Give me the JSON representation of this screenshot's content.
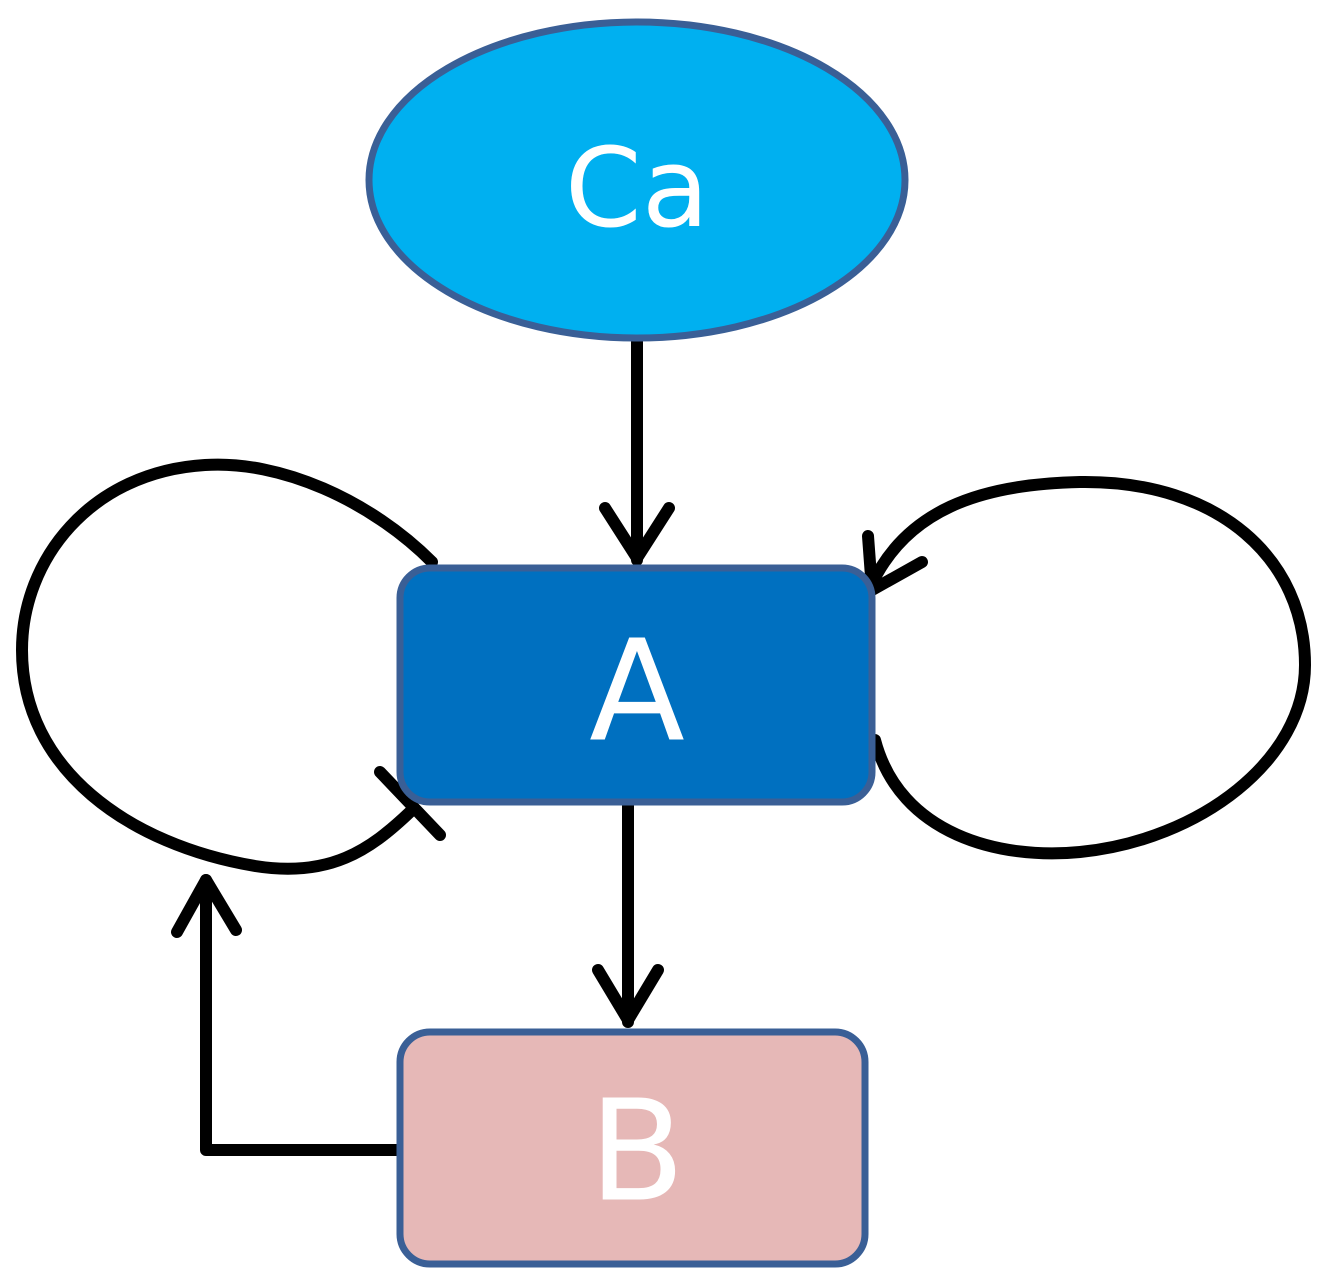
{
  "nodes": {
    "ca": {
      "label": "Ca",
      "fill": "#00b0f0"
    },
    "a": {
      "label": "A",
      "fill": "#0070c0"
    },
    "b": {
      "label": "B",
      "fill": "#e6b8b7"
    }
  },
  "colors": {
    "outline": "#3a5f96",
    "edge": "#000000",
    "background": "#ffffff"
  },
  "edges": [
    {
      "from": "Ca",
      "to": "A",
      "type": "activation"
    },
    {
      "from": "A",
      "to": "B",
      "type": "activation"
    },
    {
      "from": "A",
      "to": "A",
      "type": "activation",
      "side": "right"
    },
    {
      "from": "A",
      "to": "A",
      "type": "inhibition",
      "side": "left"
    },
    {
      "from": "B",
      "to": "A-left-loop",
      "type": "activation"
    }
  ]
}
